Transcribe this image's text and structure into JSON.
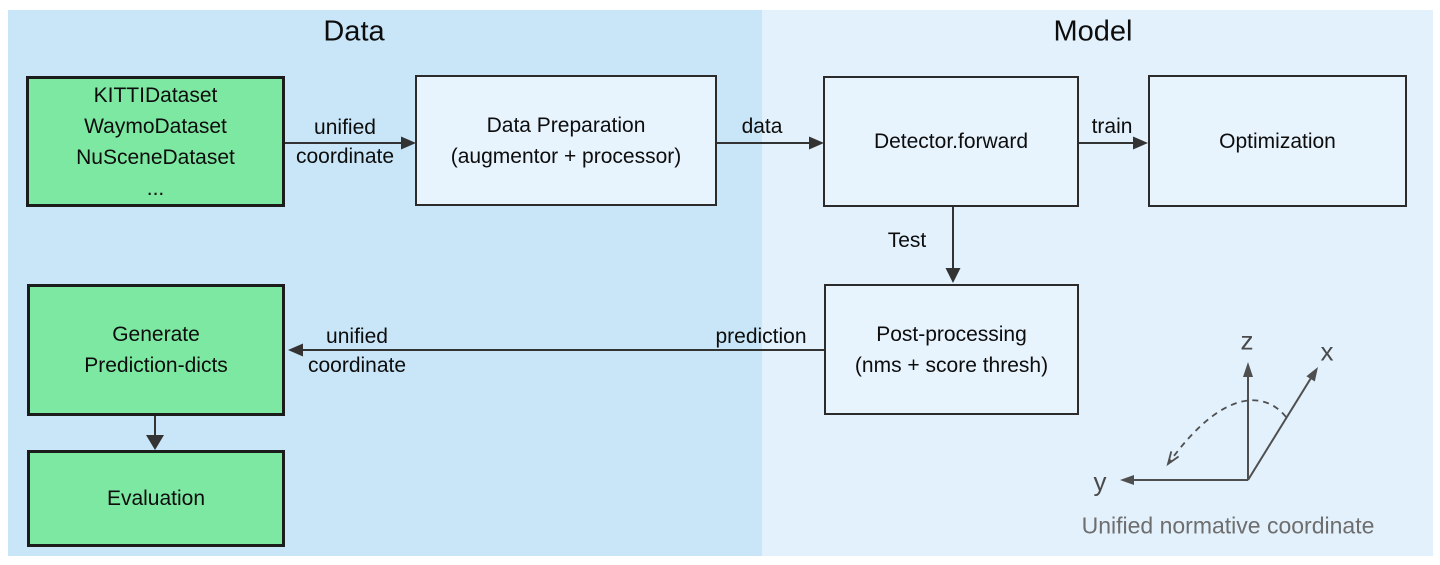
{
  "regions": {
    "data": {
      "title": "Data"
    },
    "model": {
      "title": "Model"
    }
  },
  "nodes": {
    "datasets": {
      "lines": [
        "KITTIDataset",
        "WaymoDataset",
        "NuSceneDataset",
        "..."
      ]
    },
    "data_preparation": {
      "lines": [
        "Data Preparation",
        "(augmentor + processor)"
      ]
    },
    "detector_forward": {
      "label": "Detector.forward"
    },
    "optimization": {
      "label": "Optimization"
    },
    "post_processing": {
      "lines": [
        "Post-processing",
        "(nms + score thresh)"
      ]
    },
    "generate_prediction_dicts": {
      "lines": [
        "Generate",
        "Prediction-dicts"
      ]
    },
    "evaluation": {
      "label": "Evaluation"
    }
  },
  "edge_labels": {
    "unified_coordinate_top": {
      "line1": "unified",
      "line2": "coordinate"
    },
    "data": "data",
    "train": "train",
    "test": "Test",
    "prediction": "prediction",
    "unified_coordinate_bottom": {
      "line1": "unified",
      "line2": "coordinate"
    }
  },
  "coordinate_diagram": {
    "axis_z_label": "z",
    "axis_x_label": "x",
    "axis_y_label": "y",
    "caption": "Unified normative coordinate"
  },
  "colors": {
    "data_region_bg": "#c9e6f8",
    "model_region_bg": "#e2f1fc",
    "dataset_node_fill": "#7de8a2",
    "flow_node_fill": "#e7f3fd",
    "node_border": "#1c1c1c",
    "arrow": "#333333",
    "coordinate_axes": "#4f4f4f",
    "caption_text": "#6e6e6e"
  }
}
